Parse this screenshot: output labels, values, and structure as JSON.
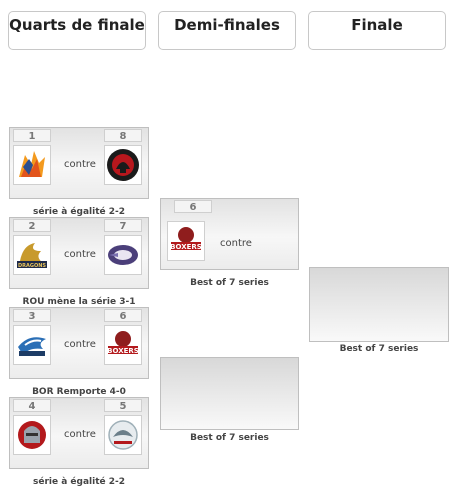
{
  "headers": {
    "quarter": "Quarts de finale",
    "semi": "Demi-finales",
    "final": "Finale"
  },
  "vs_label": "contre",
  "quarterfinals": [
    {
      "seed_left": "1",
      "seed_right": "8",
      "logo_left": "flame-wolf-logo",
      "logo_right": "scorpions-logo",
      "caption": "série à égalité 2-2"
    },
    {
      "seed_left": "2",
      "seed_right": "7",
      "logo_left": "dragons-logo",
      "logo_right": "hockey-team-logo",
      "caption": "ROU mène la série 3-1"
    },
    {
      "seed_left": "3",
      "seed_right": "6",
      "logo_left": "rapaces-logo",
      "logo_right": "boxers-logo",
      "caption": "BOR Remporte 4-0"
    },
    {
      "seed_left": "4",
      "seed_right": "5",
      "logo_left": "knight-helmet-logo",
      "logo_right": "eagle-crest-logo",
      "caption": "série à égalité 2-2"
    }
  ],
  "semifinals": [
    {
      "seed": "6",
      "logo": "boxers-logo",
      "caption": "Best of 7 series"
    },
    {
      "caption": "Best of 7 series"
    }
  ],
  "final": {
    "caption": "Best of 7 series"
  },
  "logo_text": {
    "boxers": "BOXERS",
    "dragons": "DRAGONS"
  }
}
